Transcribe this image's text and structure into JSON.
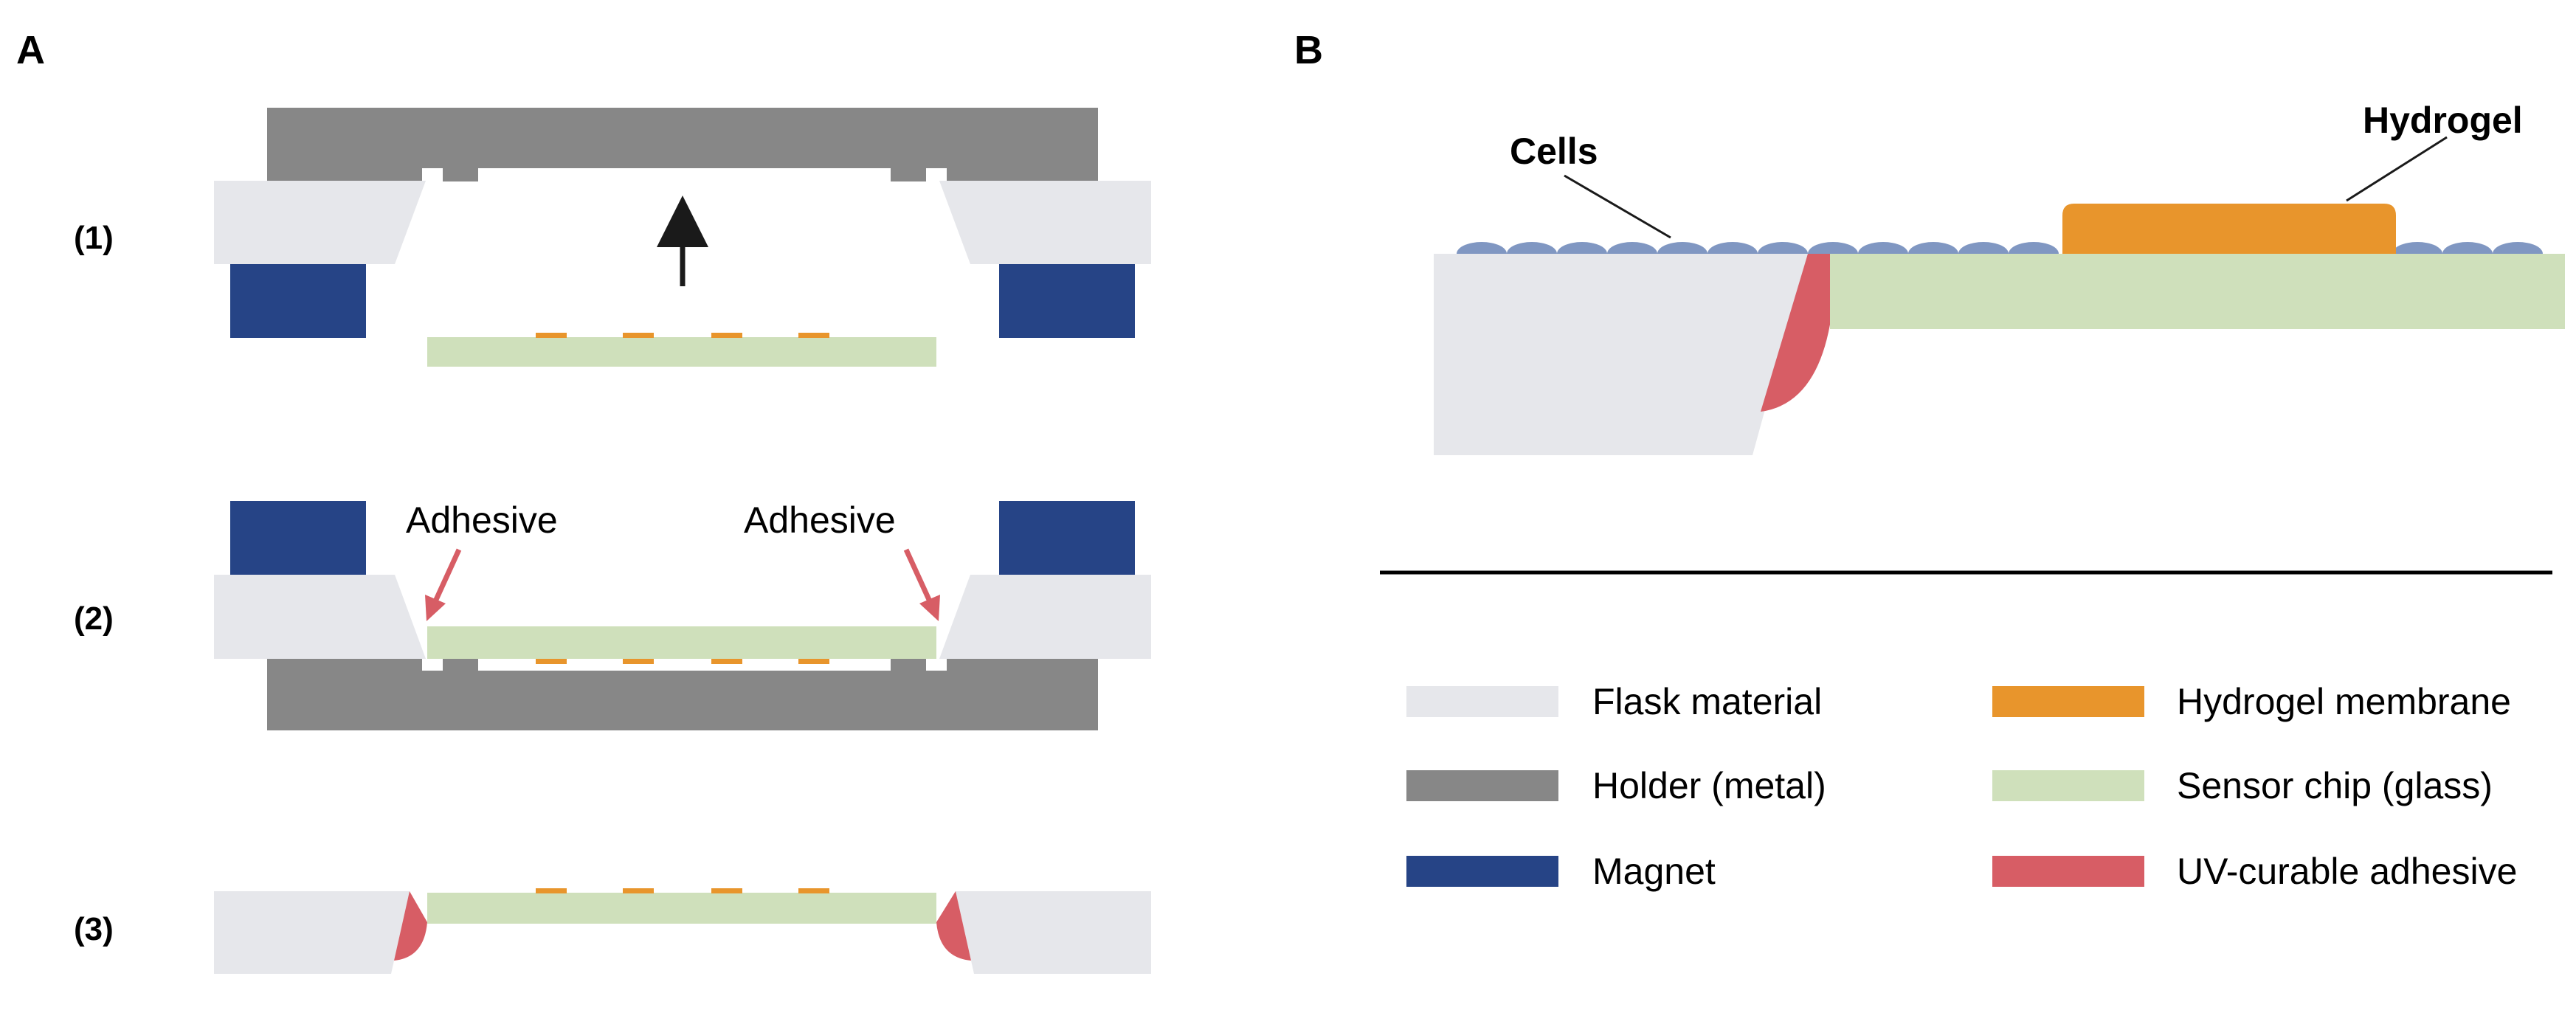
{
  "panels": {
    "a": {
      "letter": "A",
      "steps": [
        "(1)",
        "(2)",
        "(3)"
      ],
      "adhesive_left": "Adhesive",
      "adhesive_right": "Adhesive"
    },
    "b": {
      "letter": "B",
      "cells_label": "Cells",
      "hydrogel_label": "Hydrogel"
    }
  },
  "legend": [
    {
      "label": "Flask material",
      "color": "#e6e7eb"
    },
    {
      "label": "Holder (metal)",
      "color": "#878787"
    },
    {
      "label": "Magnet",
      "color": "#264486"
    },
    {
      "label": "Hydrogel membrane",
      "color": "#e8952c"
    },
    {
      "label": "Sensor chip (glass)",
      "color": "#cfe0bb"
    },
    {
      "label": "UV-curable adhesive",
      "color": "#d75d65"
    }
  ],
  "colors": {
    "flask": "#e6e7eb",
    "holder": "#878787",
    "magnet": "#264486",
    "hydrogel": "#e8952c",
    "chip": "#cfe0bb",
    "adhesive": "#d75d65",
    "cells": "#8097c2"
  }
}
